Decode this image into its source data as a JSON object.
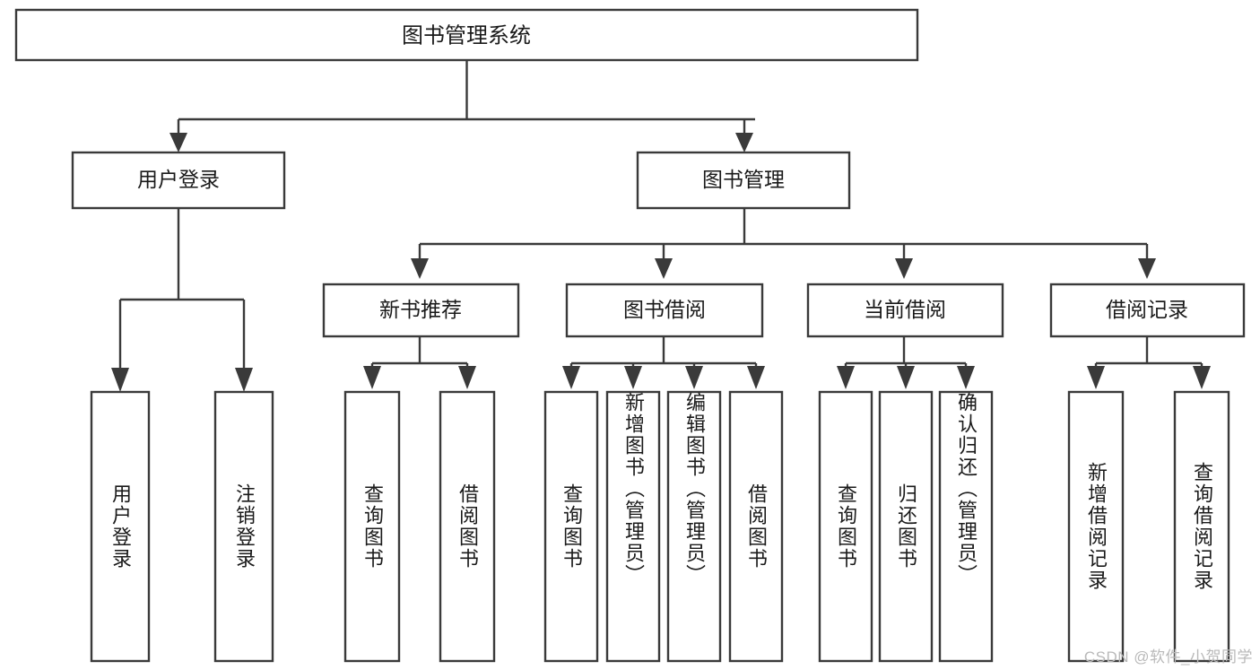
{
  "diagram": {
    "type": "hierarchy-tree",
    "title": "图书管理系统",
    "watermark": "CSDN @软件_小贺同学",
    "colors": {
      "stroke": "#3a3a3a",
      "fill": "#ffffff",
      "text": "#1a1a1a",
      "watermark": "#b9b9b9"
    },
    "root": {
      "label": "图书管理系统"
    },
    "level2": [
      {
        "label": "用户登录"
      },
      {
        "label": "图书管理"
      }
    ],
    "level3": [
      {
        "label": "新书推荐"
      },
      {
        "label": "图书借阅"
      },
      {
        "label": "当前借阅"
      },
      {
        "label": "借阅记录"
      }
    ],
    "leaves": {
      "user_login": [
        {
          "label": "用户登录"
        },
        {
          "label": "注销登录"
        }
      ],
      "new_book_recommend": [
        {
          "label": "查询图书"
        },
        {
          "label": "借阅图书"
        }
      ],
      "book_borrow": [
        {
          "label": "查询图书"
        },
        {
          "label": "新增图书（管理员）"
        },
        {
          "label": "编辑图书（管理员）"
        },
        {
          "label": "借阅图书"
        }
      ],
      "current_borrow": [
        {
          "label": "查询图书"
        },
        {
          "label": "归还图书"
        },
        {
          "label": "确认归还（管理员）"
        }
      ],
      "borrow_record": [
        {
          "label": "新增借阅记录"
        },
        {
          "label": "查询借阅记录"
        }
      ]
    }
  }
}
